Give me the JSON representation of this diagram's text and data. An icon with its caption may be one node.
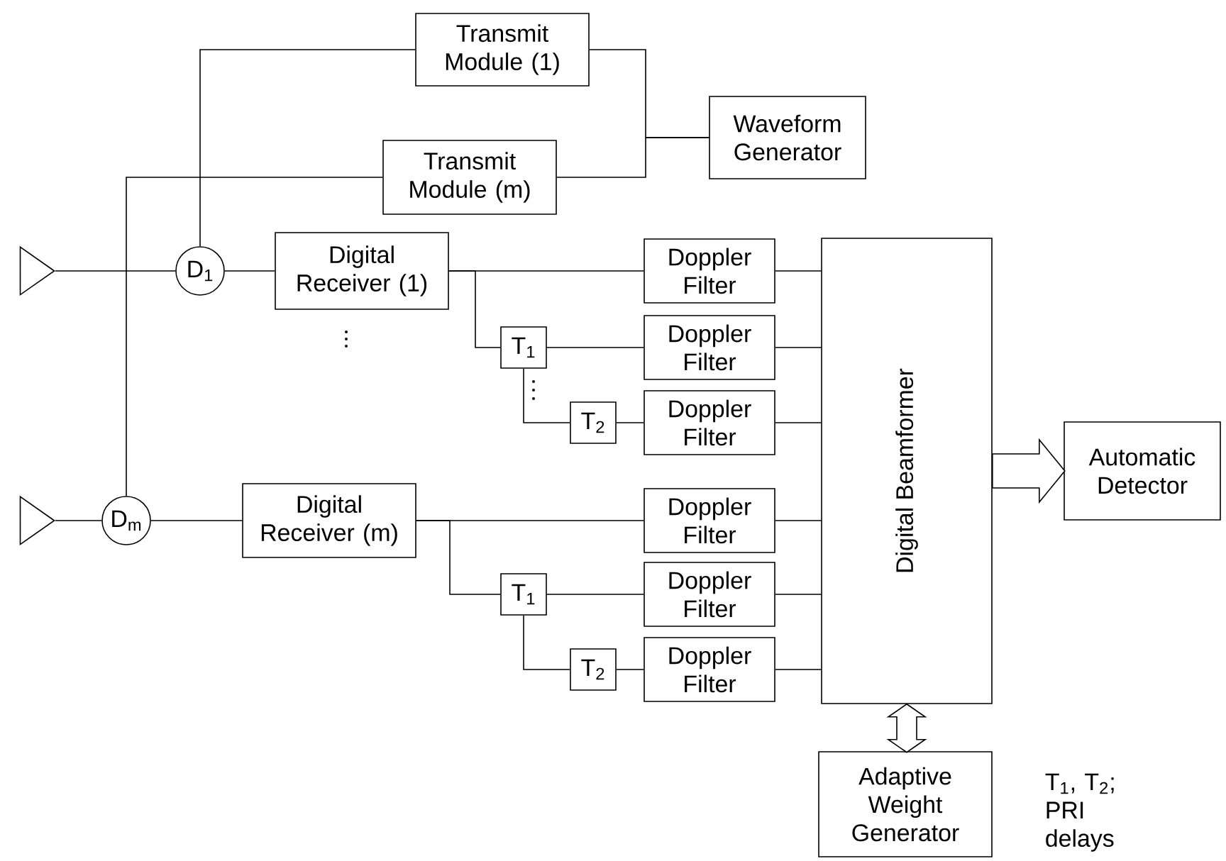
{
  "diagram": {
    "nodes": [
      {
        "text": [
          "Transmit Module (1)"
        ]
      },
      {
        "text": [
          "Transmit Module (m)"
        ]
      },
      {
        "text": [
          "Waveform Generator"
        ]
      },
      {
        "text": [],
        "shape": "triangle"
      },
      {
        "text": [
          "D$_{1}$"
        ]
      },
      {
        "text": [
          "Digital Receiver (1)"
        ]
      },
      {
        "text": [
          "T$_{1}$"
        ]
      },
      {
        "text": [
          "T$_{2}$"
        ]
      },
      {
        "text": [
          "Doppler Filter"
        ]
      },
      {
        "text": [
          "Doppler Filter"
        ]
      },
      {
        "text": [
          "Doppler Filter"
        ]
      },
      {
        "text": [],
        "shape": "triangle"
      },
      {
        "text": [
          "D$_{m}$"
        ]
      },
      {
        "text": [
          "Digital Receiver (m)"
        ]
      },
      {
        "text": [
          "T$_{1}$"
        ]
      },
      {
        "text": [
          "T$_{2}$"
        ]
      },
      {
        "text": [
          "Doppler Filter"
        ]
      },
      {
        "text": [
          "Doppler Filter"
        ]
      },
      {
        "text": [
          "Doppler Filter"
        ]
      },
      {
        "text": [
          "Digital Beamformer"
        ]
      },
      {
        "text": [
          "Automatic Detector"
        ]
      },
      {
        "text": [
          "Adaptive Weight Generator"
        ]
      }
    ],
    "edges": [
      {
        "from": 0,
        "to": 2,
        "arrow": "none"
      },
      {
        "from": 1,
        "to": 2,
        "arrow": "none"
      },
      {
        "from": 0,
        "to": 4,
        "arrow": "none"
      },
      {
        "from": 1,
        "to": 12,
        "arrow": "none"
      },
      {
        "from": 3,
        "to": 4,
        "arrow": "none"
      },
      {
        "from": 4,
        "to": 5,
        "arrow": "none"
      },
      {
        "from": 5,
        "to": 8,
        "arrow": "none"
      },
      {
        "from": 5,
        "to": 6,
        "arrow": "none"
      },
      {
        "from": 6,
        "to": 9,
        "arrow": "none"
      },
      {
        "from": 6,
        "to": 7,
        "arrow": "none"
      },
      {
        "from": 7,
        "to": 10,
        "arrow": "none"
      },
      {
        "from": 11,
        "to": 12,
        "arrow": "none"
      },
      {
        "from": 12,
        "to": 13,
        "arrow": "none"
      },
      {
        "from": 13,
        "to": 16,
        "arrow": "none"
      },
      {
        "from": 13,
        "to": 14,
        "arrow": "none"
      },
      {
        "from": 14,
        "to": 17,
        "arrow": "none"
      },
      {
        "from": 14,
        "to": 15,
        "arrow": "none"
      },
      {
        "from": 15,
        "to": 18,
        "arrow": "none"
      },
      {
        "from": 8,
        "to": 19,
        "arrow": "none"
      },
      {
        "from": 9,
        "to": 19,
        "arrow": "none"
      },
      {
        "from": 10,
        "to": 19,
        "arrow": "none"
      },
      {
        "from": 16,
        "to": 19,
        "arrow": "none"
      },
      {
        "from": 17,
        "to": 19,
        "arrow": "none"
      },
      {
        "from": 18,
        "to": 19,
        "arrow": "none"
      },
      {
        "from": 19,
        "to": 20,
        "arrow": "to",
        "style": "thick"
      },
      {
        "from": 19,
        "to": 21,
        "arrow": "both",
        "style": "thick"
      }
    ],
    "labels": [
      "T$_{1}$, T$_{2}$; PRI delays"
    ]
  }
}
